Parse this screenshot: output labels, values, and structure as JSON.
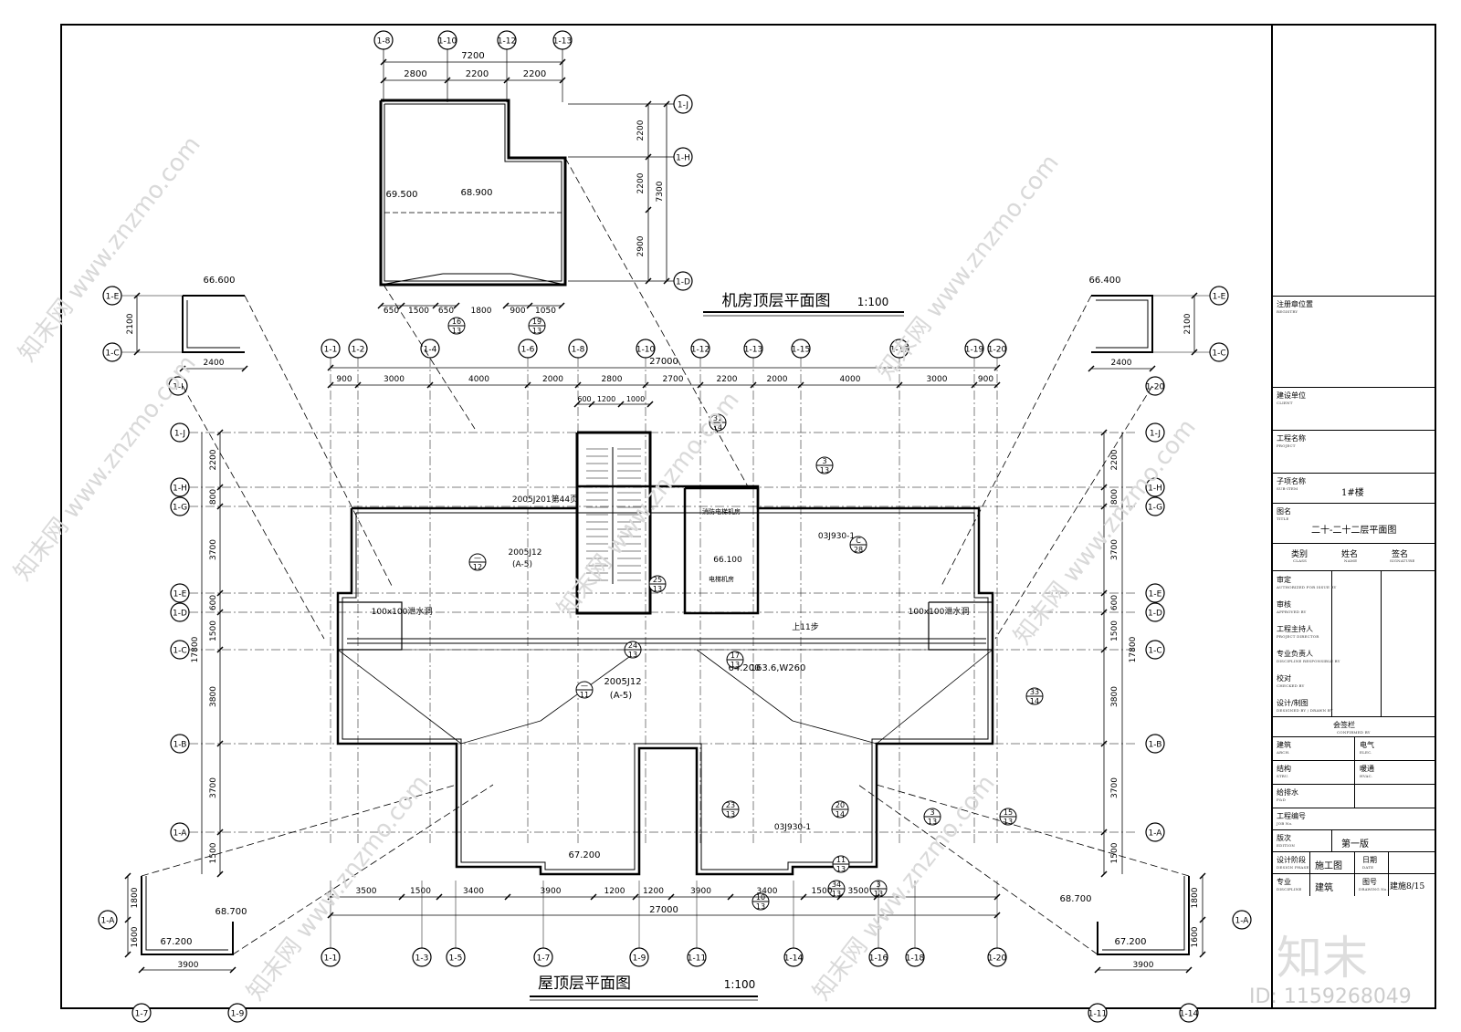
{
  "title_block": {
    "reg_seal": "注册章位置",
    "reg_seal_en": "REGISTRY",
    "client": "建设单位",
    "client_en": "CLIENT",
    "project": "工程名称",
    "project_en": "PROJECT",
    "sub_item": "子项名称",
    "sub_item_en": "SUB-ITEM",
    "sub_item_value": "1#楼",
    "drawing_title": "图名",
    "drawing_title_en": "TITLE",
    "drawing_title_value": "二十-二十二层平面图",
    "col_type": "类别",
    "col_type_en": "CLASS",
    "col_name": "姓名",
    "col_name_en": "NAME",
    "col_sign": "签名",
    "col_sign_en": "SIGNATURE",
    "roles": [
      {
        "label": "审定",
        "en": "AUTHORIZED FOR ISSUE BY"
      },
      {
        "label": "审核",
        "en": "APPROVED BY"
      },
      {
        "label": "工程主持人",
        "en": "PROJECT DIRECTOR"
      },
      {
        "label": "专业负责人",
        "en": "DISCIPLINE RESPONSIBLE BY"
      },
      {
        "label": "校对",
        "en": "CHECKED BY"
      },
      {
        "label": "设计/制图",
        "en": "DESIGNED BY / DRAWN BY"
      }
    ],
    "countersign": "会签栏",
    "countersign_en": "CONFIRMED BY",
    "arch": "建筑",
    "arch_en": "ARCH.",
    "elec": "电气",
    "elec_en": "ELEC.",
    "struct": "结构",
    "struct_en": "STRU.",
    "hvac": "暖通",
    "hvac_en": "HVAC.",
    "plumb": "给排水",
    "plumb_en": "P&D",
    "job_no": "工程编号",
    "job_no_en": "JOB No.",
    "edition": "版次",
    "edition_en": "EDITION",
    "edition_value": "第一版",
    "phase": "设计阶段",
    "phase_en": "DESIGN PHASE",
    "phase_value": "施工图",
    "date": "日期",
    "date_en": "DATE",
    "discipline": "专业",
    "discipline_en": "DISCIPLINE",
    "discipline_value": "建筑",
    "drawing_no": "图号",
    "drawing_no_en": "DRAWING No.",
    "drawing_no_value": "建施8/15"
  },
  "drawing": {
    "top_title": "机房顶层平面图",
    "top_scale": "1:100",
    "main_title": "屋顶层平面图",
    "main_scale": "1:100",
    "top_axes": [
      "1-8",
      "1-10",
      "1-12",
      "1-13"
    ],
    "top_dims_total": "7200",
    "top_dims": [
      "2800",
      "2200",
      "2200"
    ],
    "top_right_axes": [
      "1-J",
      "1-H",
      "1-D"
    ],
    "top_right_dims": [
      "2200",
      "2200",
      "2900"
    ],
    "top_right_total": "7300",
    "top_elev_left": "69.500",
    "top_elev_main": "68.900",
    "top_bottom_dims": [
      "650",
      "1500",
      "650",
      "1800",
      "900",
      "1050"
    ],
    "main_top_axes": [
      "1-1",
      "1-2",
      "1-4",
      "1-6",
      "1-8",
      "1-10",
      "1-12",
      "1-13",
      "1-15",
      "1-17",
      "1-19",
      "1-20"
    ],
    "main_top_total": "27000",
    "main_top_dims": [
      "900",
      "3000",
      "4000",
      "2000",
      "2800",
      "2700",
      "2200",
      "2000",
      "4000",
      "3000",
      "900"
    ],
    "main_left_axes": [
      "1-J",
      "1-H",
      "1-G",
      "1-E",
      "1-D",
      "1-C",
      "1-B",
      "1-A"
    ],
    "main_left_dims": [
      "2200",
      "800",
      "3700",
      "600",
      "1500",
      "3800",
      "3700",
      "1500"
    ],
    "main_left_total": "17800",
    "main_bottom_axes": [
      "1-1",
      "1-3",
      "1-5",
      "1-7",
      "1-9",
      "1-11",
      "1-14",
      "1-16",
      "1-18",
      "1-20"
    ],
    "main_bottom_dims": [
      "3500",
      "1500",
      "3400",
      "3900",
      "1200",
      "1200",
      "3900",
      "3400",
      "1500",
      "3500"
    ],
    "main_bottom_total": "27000",
    "stair_dims": [
      "600",
      "1200",
      "1000"
    ],
    "elevations": [
      "66.600",
      "66.400",
      "66.100",
      "64.200",
      "67.200",
      "68.700",
      "67.200",
      "68.700",
      "67.200"
    ],
    "notes": [
      "2005J201第44页",
      "2005J12",
      "(A-5)",
      "03J930-1",
      "100x100泄水洞",
      "上11步",
      "2005J12",
      "(A-5)",
      "163.6,W260",
      "03J930-1",
      "消防电梯机房",
      "电梯机房"
    ],
    "callouts": [
      {
        "n": "31",
        "d": "14"
      },
      {
        "n": "3",
        "d": "13"
      },
      {
        "n": "16",
        "d": "13"
      },
      {
        "n": "19",
        "d": "13"
      },
      {
        "n": "25",
        "d": "13"
      },
      {
        "n": "24",
        "d": "13"
      },
      {
        "n": "17",
        "d": "13"
      },
      {
        "n": "33",
        "d": "14"
      },
      {
        "n": "23",
        "d": "13"
      },
      {
        "n": "20",
        "d": "14"
      },
      {
        "n": "3",
        "d": "13"
      },
      {
        "n": "15",
        "d": "13"
      },
      {
        "n": "11",
        "d": "13"
      },
      {
        "n": "34",
        "d": "13"
      },
      {
        "n": "3",
        "d": "13"
      },
      {
        "n": "10",
        "d": "13"
      }
    ],
    "left_small_axes": [
      "1-E",
      "1-C",
      "1-I"
    ],
    "left_small_dims": [
      "2100",
      "2400"
    ],
    "right_small_axes": [
      "1-E",
      "1-C",
      "1-20"
    ],
    "right_small_dims": [
      "2100",
      "2400"
    ],
    "bl_axes": [
      "1-A",
      "1-7",
      "1-9"
    ],
    "bl_dims": [
      "1800",
      "1600",
      "3900"
    ],
    "br_axes": [
      "1-A",
      "1-11",
      "1-14"
    ],
    "br_dims": [
      "1800",
      "1600",
      "3900"
    ]
  },
  "watermark": {
    "text": "知末网 www.znzmo.com",
    "logo": "知末",
    "id": "ID: 1159268049"
  }
}
